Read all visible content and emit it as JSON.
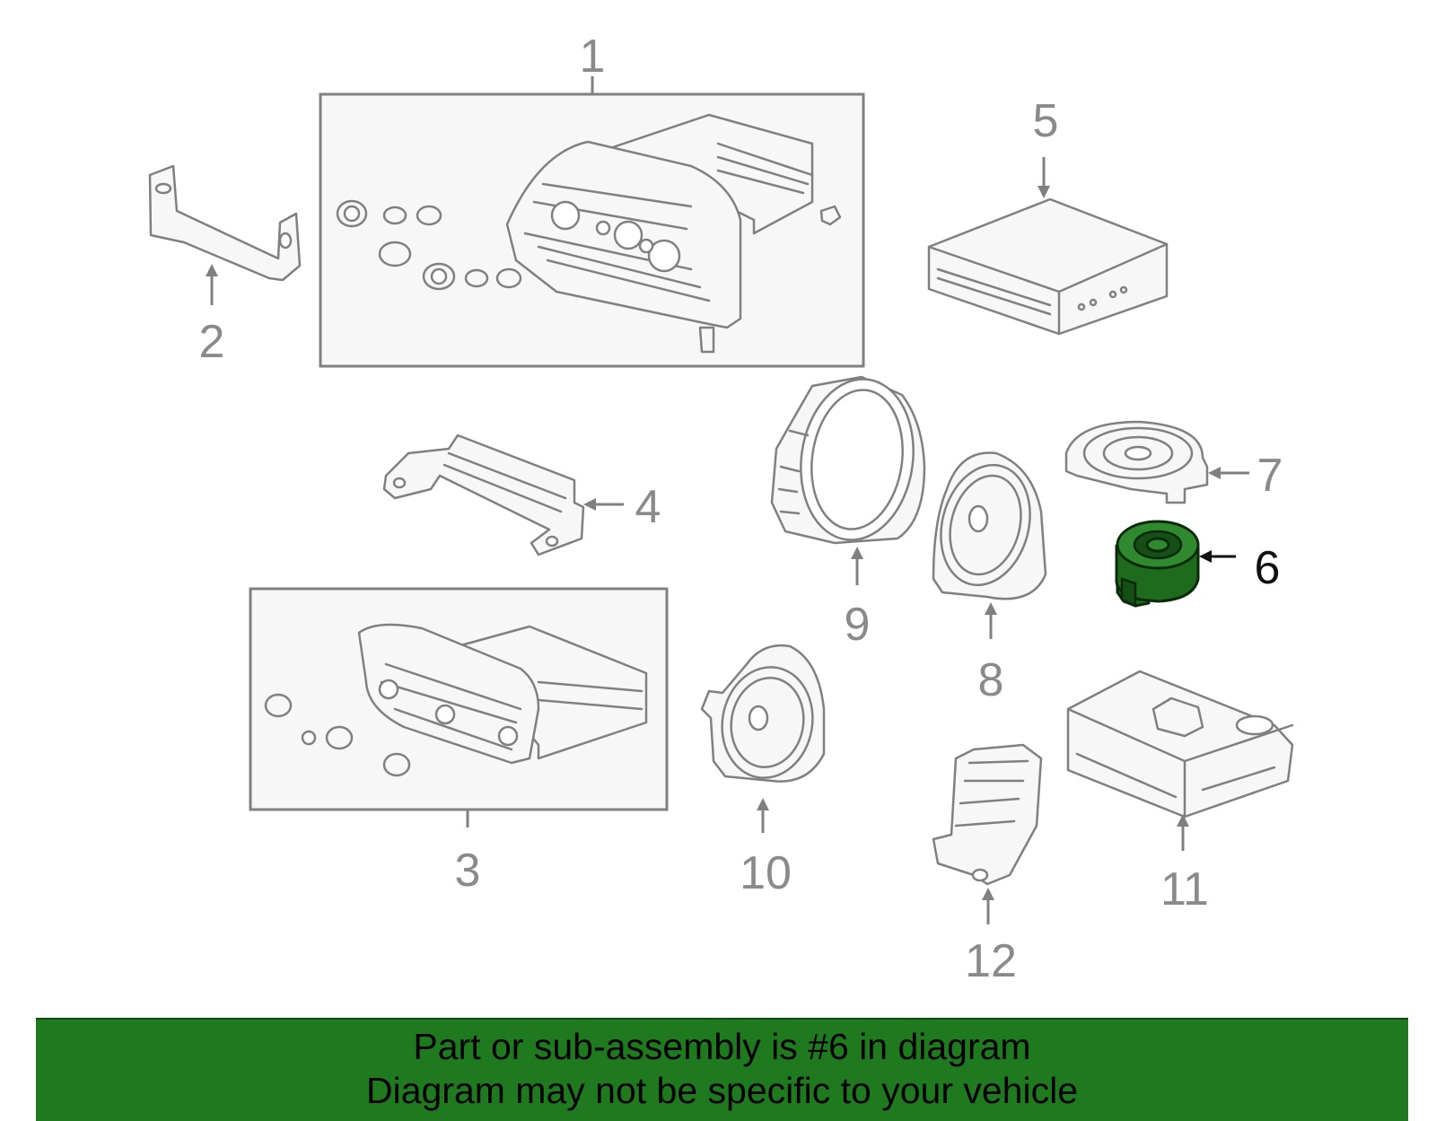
{
  "callouts": {
    "c1": "1",
    "c2": "2",
    "c3": "3",
    "c4": "4",
    "c5": "5",
    "c6": "6",
    "c7": "7",
    "c8": "8",
    "c9": "9",
    "c10": "10",
    "c11": "11",
    "c12": "12"
  },
  "highlight": {
    "part": "6",
    "color": "#1e6b1e"
  },
  "banner": {
    "color": "#1f7a1f",
    "line1": "Part or sub-assembly is #6 in diagram",
    "line2": "Diagram may not be specific to your vehicle"
  }
}
